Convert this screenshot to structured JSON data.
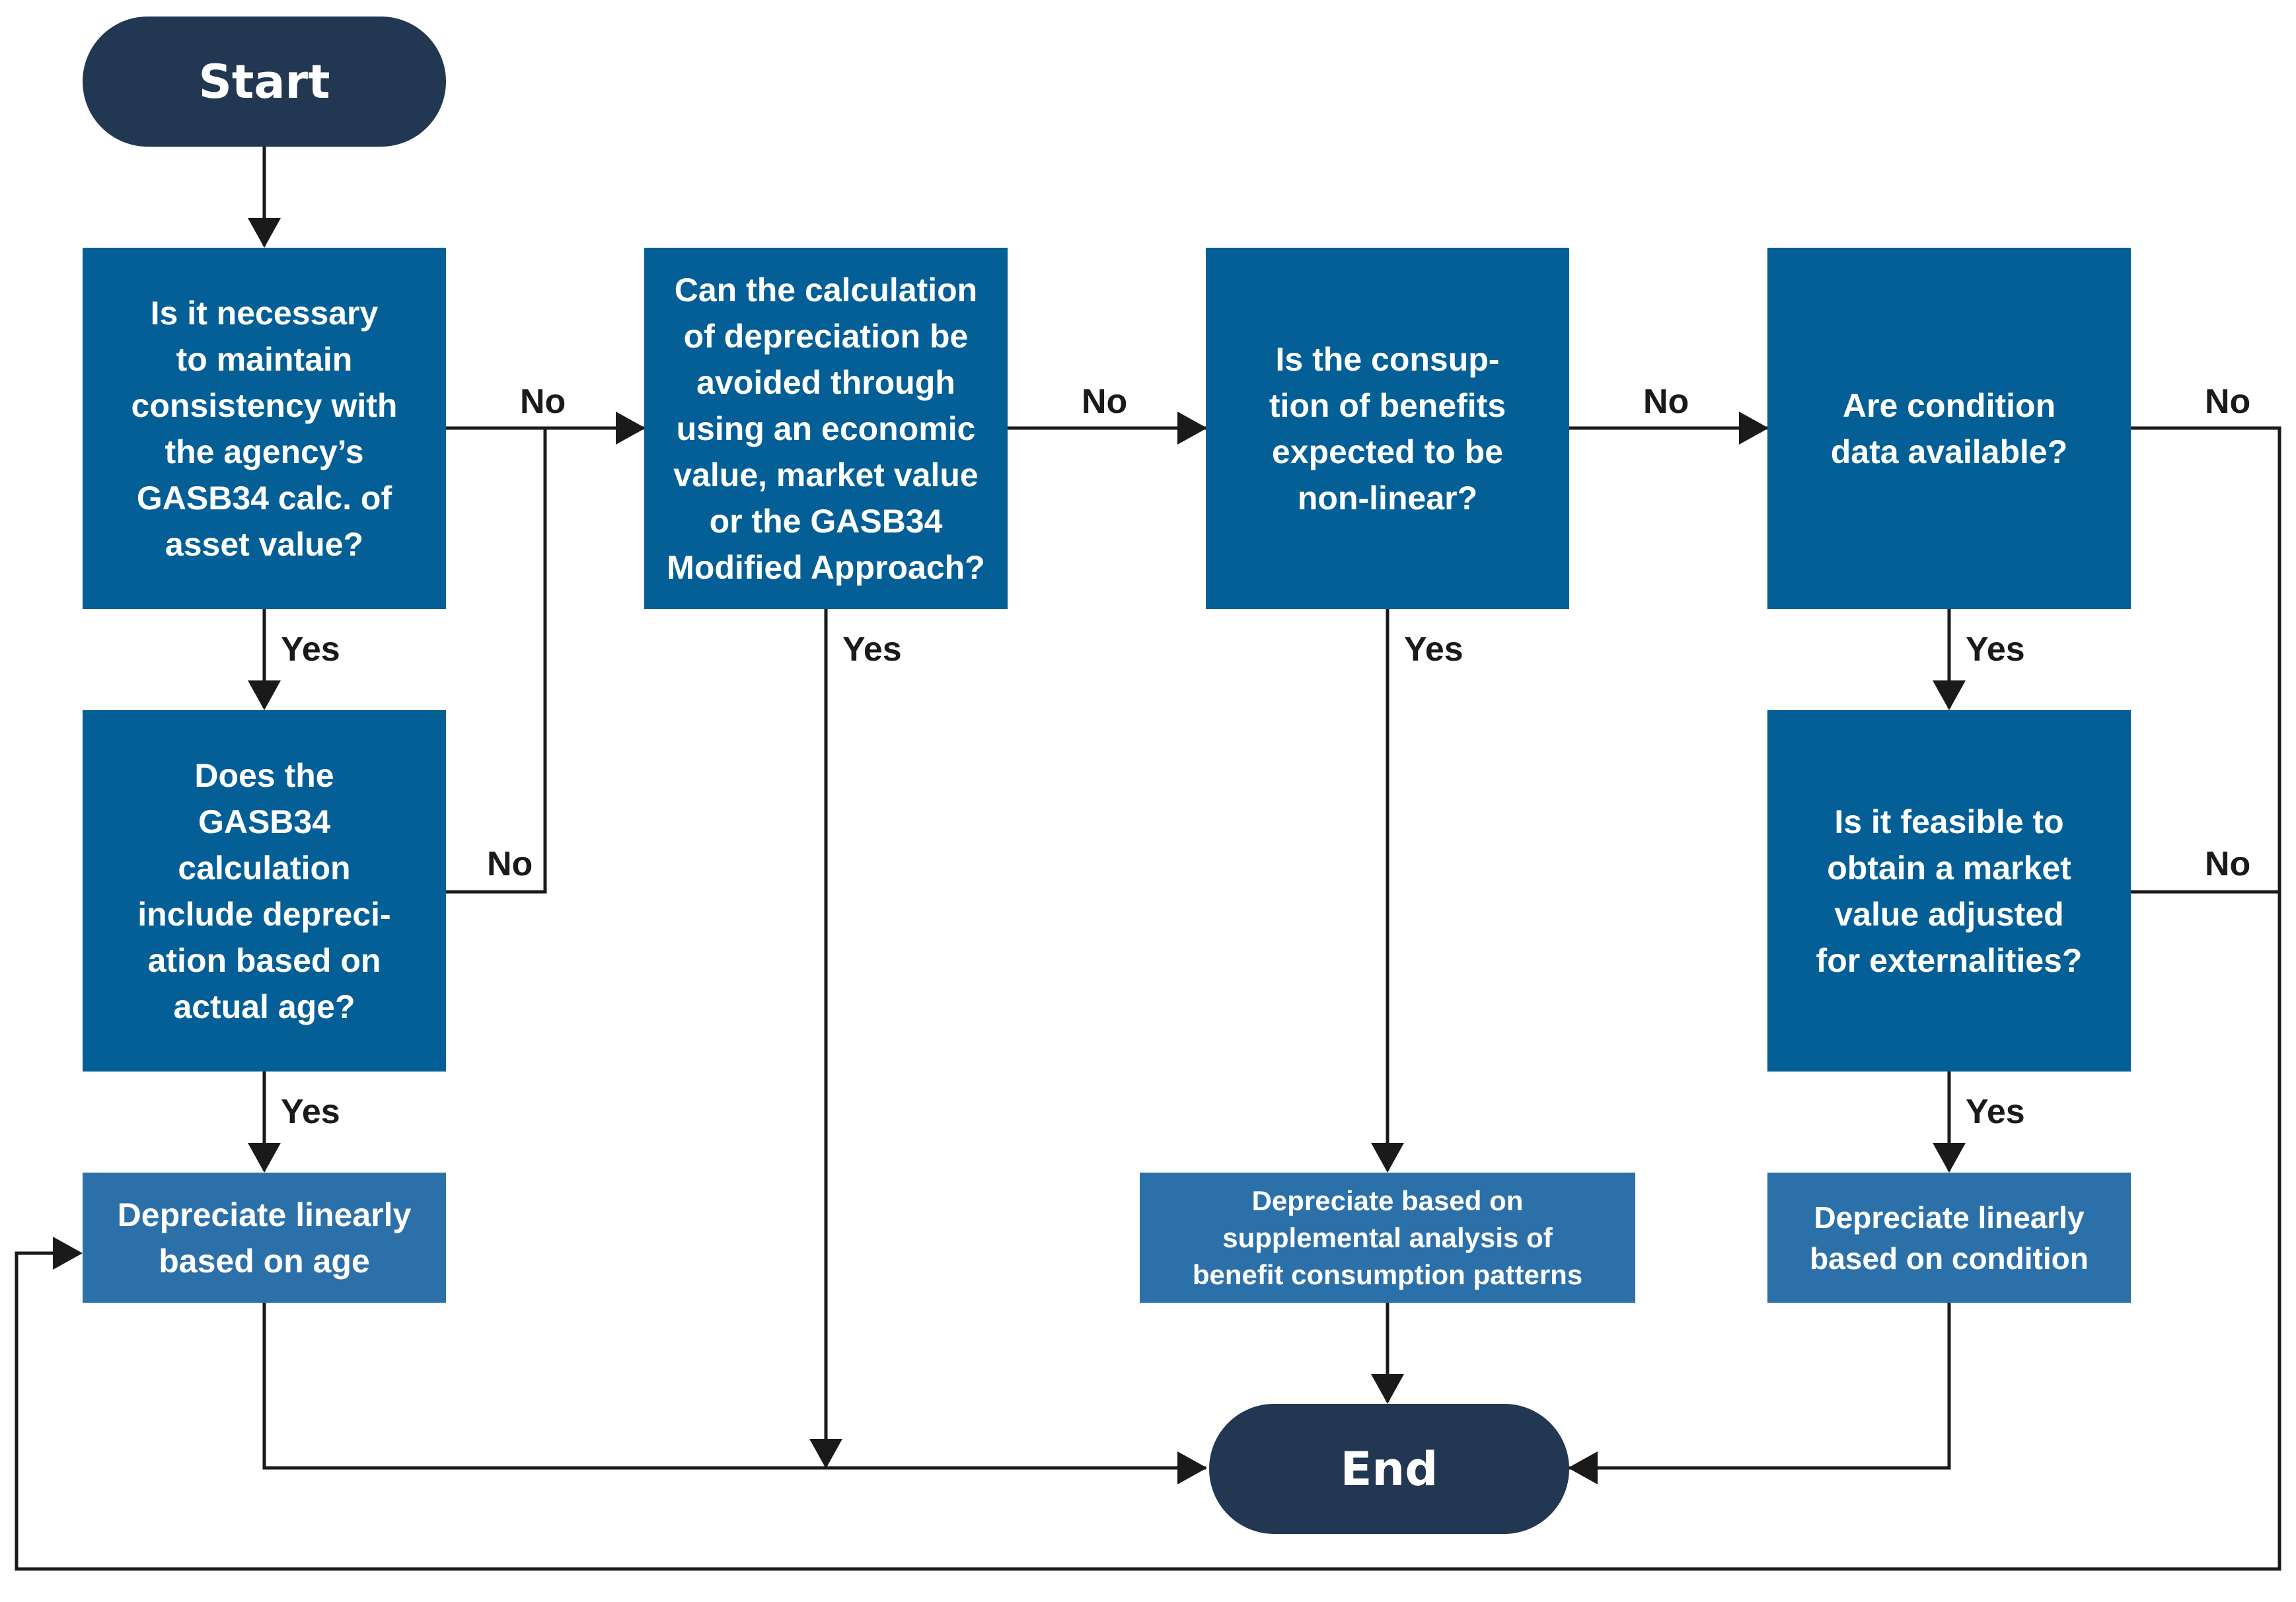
{
  "nodes": {
    "start": "Start",
    "end": "End",
    "q_consistency": "Is it necessary\nto maintain\nconsistency with\nthe agency’s\nGASB34 calc. of\nasset value?",
    "q_actual_age": "Does the\nGASB34\ncalculation\ninclude depreci-\nation based on\nactual age?",
    "q_avoid": "Can the calculation\nof depreciation be\navoided through\nusing an economic\nvalue, market value\nor the GASB34\nModified Approach?",
    "q_nonlinear": "Is the consup-\ntion of benefits\nexpected to be\nnon-linear?",
    "q_condition": "Are condition\ndata available?",
    "q_market": "Is it feasible to\nobtain a market\nvalue adjusted\nfor externalities?",
    "a_age": "Depreciate linearly\nbased on age",
    "a_supplemental": "Depreciate based on\nsupplemental analysis of\nbenefit consumption patterns",
    "a_condition": "Depreciate linearly\nbased on condition"
  },
  "labels": {
    "yes": "Yes",
    "no": "No"
  },
  "colors": {
    "decision": "#035f96",
    "action": "#2c70aa",
    "terminal": "#213752",
    "line": "#1a1a1a"
  }
}
